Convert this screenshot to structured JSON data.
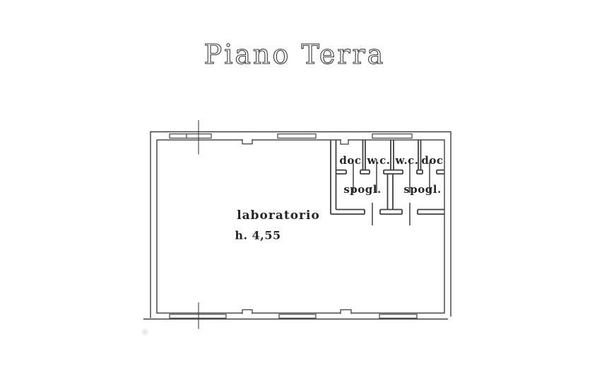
{
  "title": "Piano Terra",
  "plan": {
    "rooms": [
      {
        "name": "doc-left",
        "label": "doc"
      },
      {
        "name": "wc-left",
        "label": "w.c."
      },
      {
        "name": "wc-right",
        "label": "w.c."
      },
      {
        "name": "doc-right",
        "label": "doc"
      },
      {
        "name": "spogliatoio-left",
        "label": "spogl."
      },
      {
        "name": "spogliatoio-right",
        "label": "spogl."
      },
      {
        "name": "laboratorio",
        "label": "laboratorio",
        "height_annotation": "h. 4,55"
      }
    ],
    "colors": {
      "wall_line": "#3f3f3f",
      "label_text": "#262626",
      "background": "#ffffff"
    }
  }
}
